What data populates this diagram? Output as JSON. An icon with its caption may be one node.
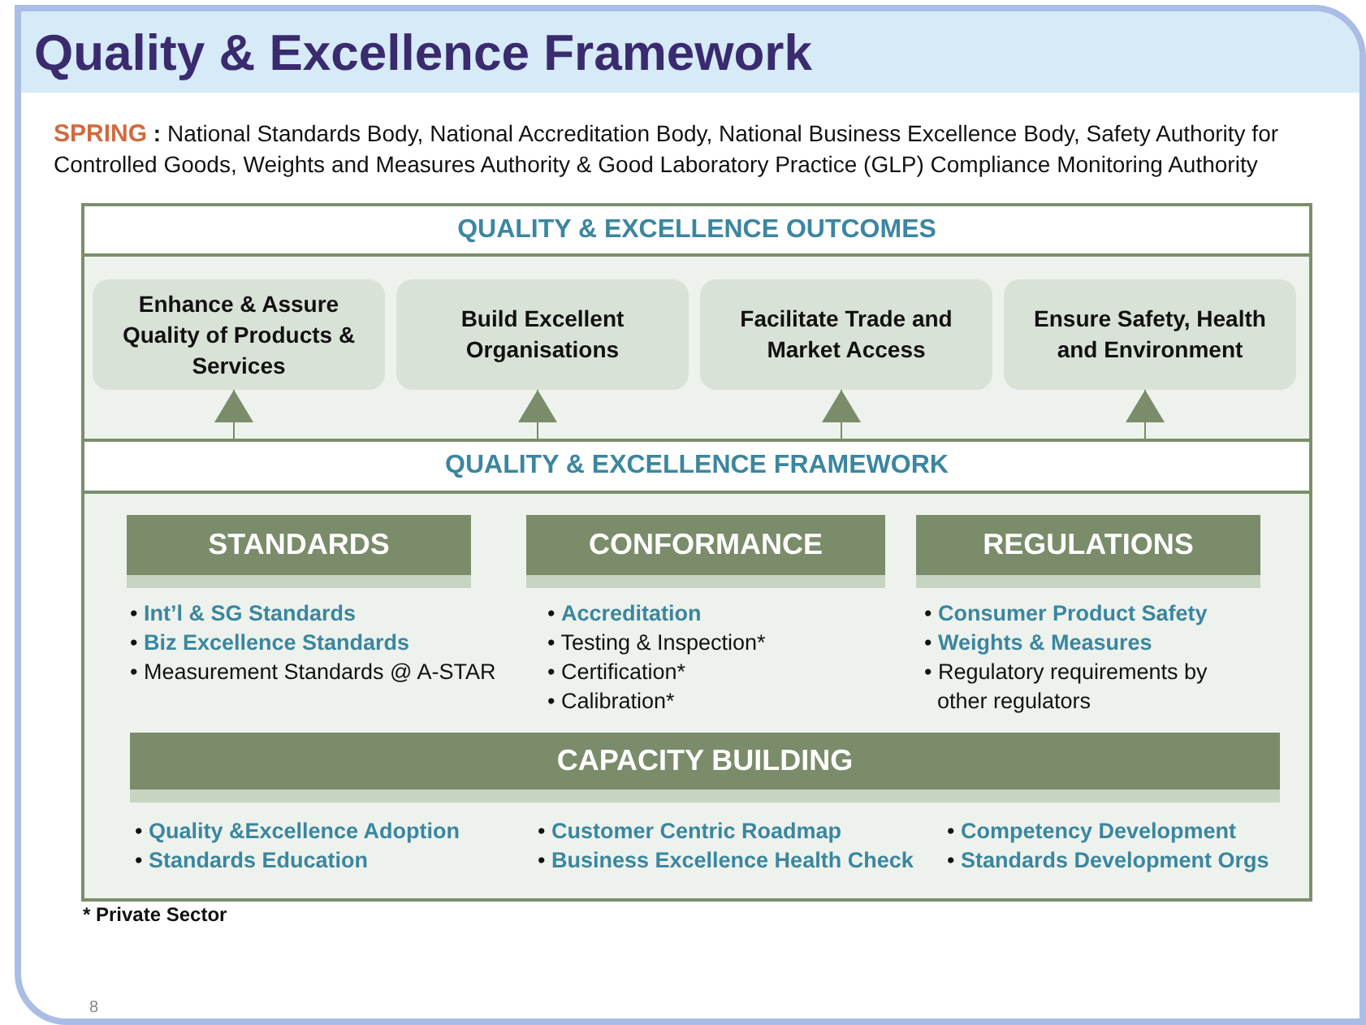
{
  "diagram": {
    "title": "Quality & Excellence Framework",
    "nodes": [
      {
        "text": [],
        "shape": "box"
      },
      {
        "text": [
          "QUALITY & EXCELLENCE OUTCOMES"
        ],
        "in": 0
      },
      {
        "text": [
          "Enhance & Assure Quality of Products & Services"
        ],
        "in": 0
      },
      {
        "text": [
          "Build Excellent Organisations"
        ],
        "in": 0
      },
      {
        "text": [
          "Facilitate Trade and Market Access"
        ],
        "in": 0
      },
      {
        "text": [
          "Ensure Safety, Health and Environment"
        ],
        "in": 0
      },
      {
        "text": [
          "QUALITY & EXCELLENCE FRAMEWORK"
        ],
        "in": 0
      },
      {
        "text": [
          "STANDARDS"
        ],
        "in": 0,
        "beside": [
          "• **Int’l & SG Standards**",
          "• **Biz Excellence Standards**",
          "• Measurement Standards @ A-STAR"
        ]
      },
      {
        "text": [
          "CONFORMANCE"
        ],
        "in": 0,
        "beside": [
          "• **Accreditation**",
          "• Testing & Inspection*",
          "• Certification*",
          "• Calibration*"
        ]
      },
      {
        "text": [
          "REGULATIONS"
        ],
        "in": 0,
        "beside": [
          "• **Consumer Product Safety**",
          "• **Weights & Measures**",
          "• Regulatory requirements by other regulators"
        ]
      },
      {
        "text": [
          "CAPACITY BUILDING"
        ],
        "in": 0,
        "beside": [
          "• **Quality &Excellence Adoption**",
          "• **Standards Education**",
          "• **Customer Centric Roadmap**",
          "• **Business Excellence Health Check**",
          "• **Competency Development**",
          "• **Standards Development Orgs**"
        ]
      }
    ],
    "edges": [
      {
        "from": 6,
        "to": 2,
        "arrow": "to"
      },
      {
        "from": 6,
        "to": 3,
        "arrow": "to"
      },
      {
        "from": 6,
        "to": 4,
        "arrow": "to"
      },
      {
        "from": 6,
        "to": 5,
        "arrow": "to"
      }
    ],
    "labels": [
      "**SPRING** **:** National Standards Body, National Accreditation Body, National Business Excellence Body, Safety Authority for Controlled Goods, Weights and Measures Authority & Good Laboratory Practice (GLP) Compliance Monitoring Authority",
      "* Private Sector",
      "8"
    ]
  }
}
